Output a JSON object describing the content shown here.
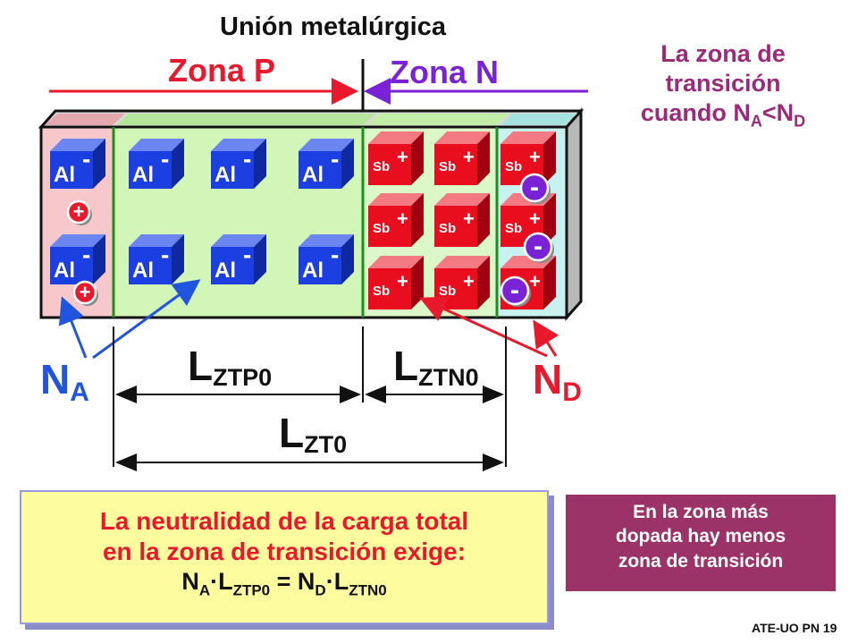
{
  "title": "Unión metalúrgica",
  "zone_p": "Zona P",
  "zone_n": "Zona N",
  "transition_title": {
    "line1": "La zona de",
    "line2": "transición",
    "line3_pre": "cuando N",
    "sub_a": "A",
    "line3_mid": "<N",
    "sub_d": "D"
  },
  "acceptor_label": "Al",
  "acceptor_sign": "-",
  "donor_label": "Sb",
  "donor_sign": "+",
  "hole_sign": "+",
  "electron_sign": "-",
  "lengths": {
    "ztp_main": "L",
    "ztp_sub": "ZTP0",
    "ztn_main": "L",
    "ztn_sub": "ZTN0",
    "zt_main": "L",
    "zt_sub": "ZT0"
  },
  "na_label": {
    "main": "N",
    "sub": "A"
  },
  "nd_label": {
    "main": "N",
    "sub": "D"
  },
  "neutrality": {
    "line1": "La neutralidad de la carga total",
    "line2": "en la zona de transición exige:",
    "eq_n1": "N",
    "eq_s1": "A",
    "eq_dot1": "·L",
    "eq_s2": "ZTP0",
    "eq_mid": " = N",
    "eq_s3": "D",
    "eq_dot2": "·L",
    "eq_s4": "ZTN0"
  },
  "note": {
    "line1": "En la zona más",
    "line2": "dopada hay menos",
    "line3": "zona de transición"
  },
  "footer": "ATE-UO PN 19",
  "colors": {
    "p_neutral": "#f6c8cc",
    "p_depletion": "#d2f5b8",
    "n_depletion": "#dcf7c8",
    "n_neutral": "#c8f2f0",
    "acceptor": "#1b3fe0",
    "donor": "#e80e1e",
    "red": "#e8192c",
    "purple": "#7a22d6",
    "blue": "#2255dd"
  }
}
